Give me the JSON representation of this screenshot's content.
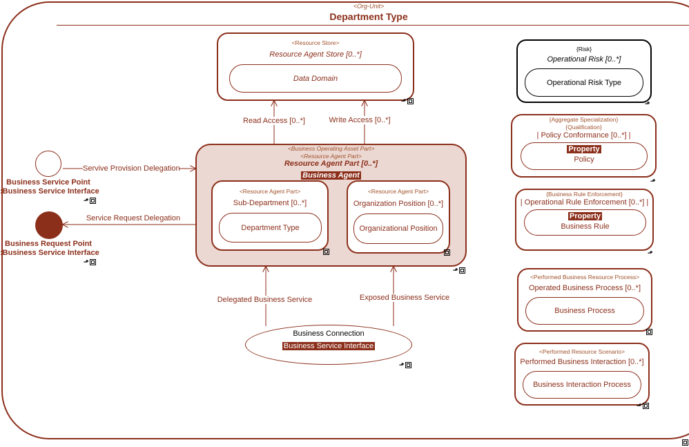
{
  "header": {
    "stereotype": "<Org-Unit>",
    "title": "Department Type"
  },
  "resource_store": {
    "stereotype": "<Resource Store>",
    "title": "Resource Agent Store [0..*]",
    "inner": "Data Domain"
  },
  "boap": {
    "stereotype1": "<Business Operating Asset Part>",
    "stereotype2": "<Resource Agent Part>",
    "title": "Resource Agent Part [0..*]",
    "chip": "Business Agent",
    "sub_dept": {
      "stereotype": "<Resource Agent Part>",
      "title": "Sub-Department [0..*]",
      "inner": "Department Type"
    },
    "org_pos": {
      "stereotype": "<Resource Agent Part>",
      "title": "Organization Position [0..*]",
      "inner": "Organizational Position"
    }
  },
  "connections": {
    "read_access": "Read Access [0..*]",
    "write_access": "Write Access [0..*]",
    "service_provision": "Servive Provision Delegation",
    "service_request": "Service Request Delegation",
    "delegated_service": "Delegated Business Service",
    "exposed_service": "Exposed Business Service"
  },
  "ports": {
    "service_point_line1": "Business Service Point",
    "service_point_line2": ":Business Service Interface",
    "request_point_line1": "Business Request Point",
    "request_point_line2": ":Business Service Interface"
  },
  "business_connection": {
    "title": "Business Connection",
    "chip": "Business Service Interface"
  },
  "right_panel": {
    "risk": {
      "stereotype": "{Risk}",
      "title": "Operational Risk [0..*]",
      "inner": "Operational Risk Type"
    },
    "policy": {
      "stereotype1": "{Aggregate Specialization}",
      "stereotype2": "{Qualification}",
      "title": "| Policy Conformance [0..*] |",
      "chip": "Property",
      "inner": "Policy"
    },
    "rule": {
      "stereotype": "{Business Rule Enforcement}",
      "title": "| Operational Rule Enforcement [0..*] |",
      "chip": "Property",
      "inner": "Business Rule"
    },
    "process": {
      "stereotype": "<Performed Business Resource Process>",
      "title": "Operated Business Process [0..*]",
      "inner": "Business Process"
    },
    "interaction": {
      "stereotype": "<Performed Resource Scenario>",
      "title": "Performed Business Interaction [0..*]",
      "inner": "Business Interaction Process"
    }
  },
  "colors": {
    "accent": "#8B2E1A",
    "boap_fill": "#EBD8D2",
    "request_port_fill": "#8B2E1A",
    "black": "#000000"
  }
}
